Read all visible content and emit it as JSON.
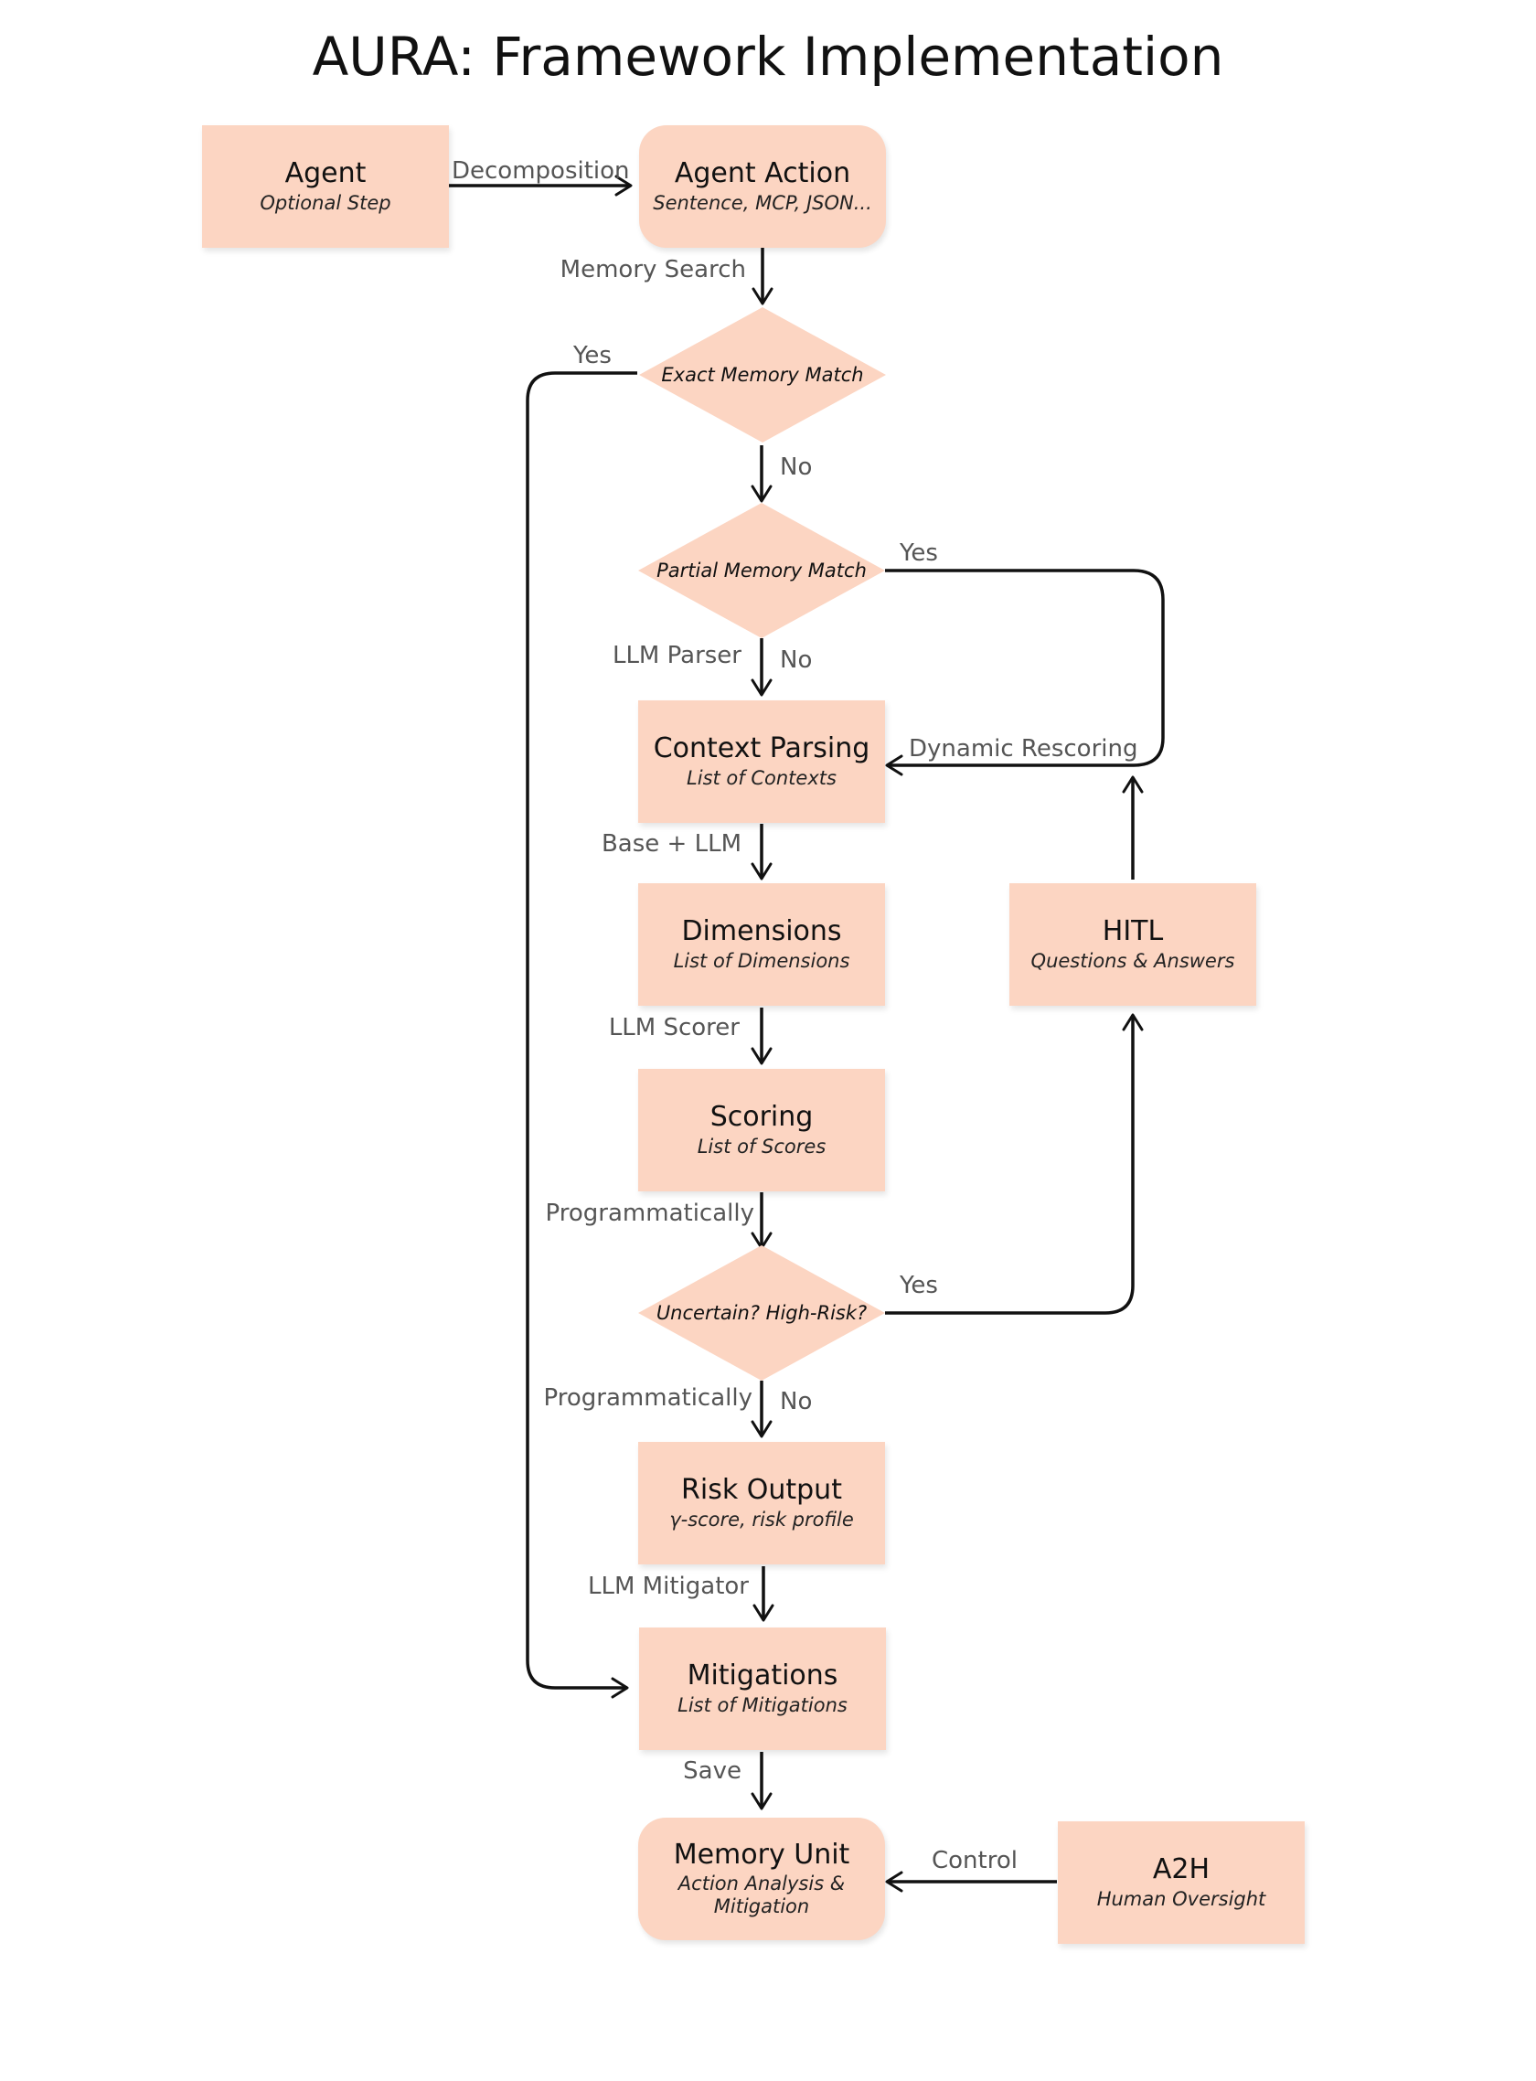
{
  "title": "AURA: Framework Implementation",
  "colors": {
    "node_fill": "#fcd5c2",
    "edge": "#111111",
    "edge_label": "#555555"
  },
  "nodes": {
    "agent": {
      "title": "Agent",
      "subtitle": "Optional Step"
    },
    "agent_action": {
      "title": "Agent Action",
      "subtitle": "Sentence, MCP, JSON..."
    },
    "exact_match": {
      "title": "Exact Memory Match"
    },
    "partial_match": {
      "title": "Partial Memory Match"
    },
    "context_parsing": {
      "title": "Context Parsing",
      "subtitle": "List of Contexts"
    },
    "dimensions": {
      "title": "Dimensions",
      "subtitle": "List of Dimensions"
    },
    "hitl": {
      "title": "HITL",
      "subtitle": "Questions & Answers"
    },
    "scoring": {
      "title": "Scoring",
      "subtitle": "List of Scores"
    },
    "uncertain": {
      "title": "Uncertain? High-Risk?"
    },
    "risk_output": {
      "title": "Risk Output",
      "subtitle": "γ-score, risk profile"
    },
    "mitigations": {
      "title": "Mitigations",
      "subtitle": "List of Mitigations"
    },
    "memory_unit": {
      "title": "Memory Unit",
      "subtitle": "Action Analysis & Mitigation"
    },
    "a2h": {
      "title": "A2H",
      "subtitle": "Human Oversight"
    }
  },
  "edge_labels": {
    "decomposition": "Decomposition",
    "memory_search": "Memory Search",
    "exact_yes": "Yes",
    "exact_no": "No",
    "partial_yes": "Yes",
    "partial_no": "No",
    "llm_parser": "LLM Parser",
    "dynamic_rescoring": "Dynamic Rescoring",
    "base_llm": "Base + LLM",
    "llm_scorer": "LLM Scorer",
    "programmatically_1": "Programmatically",
    "uncertain_yes": "Yes",
    "programmatically_2": "Programmatically",
    "uncertain_no": "No",
    "llm_mitigator": "LLM Mitigator",
    "save": "Save",
    "control": "Control"
  }
}
